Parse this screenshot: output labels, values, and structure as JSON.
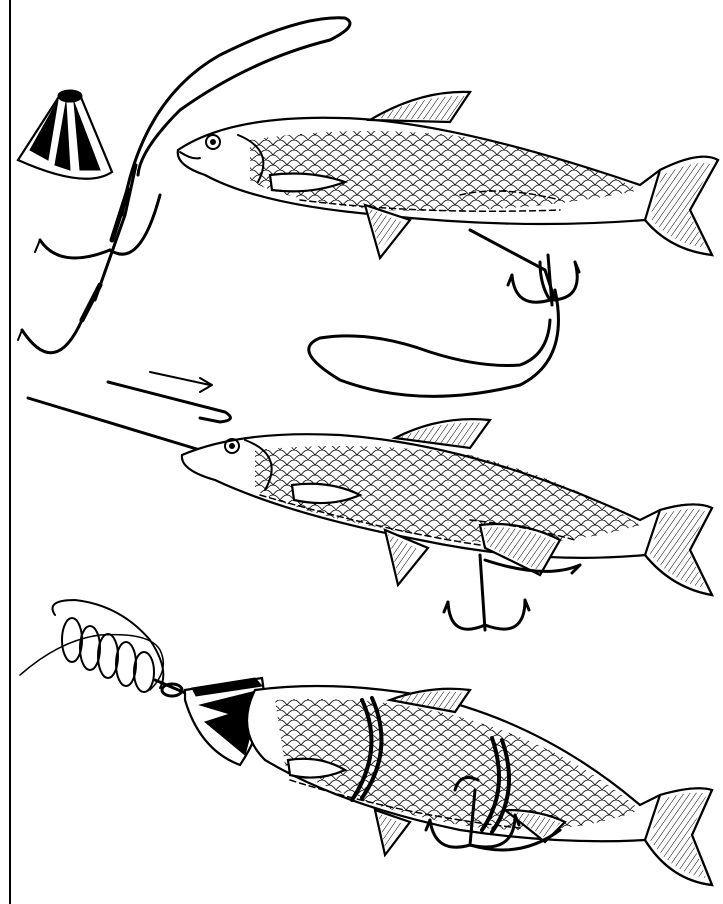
{
  "figure": {
    "panels": [
      {
        "id": "panel-1",
        "elements": [
          "cone-sinker",
          "treble-hook-rig",
          "fish",
          "wire-leader-loop",
          "treble-hook"
        ]
      },
      {
        "id": "panel-2",
        "elements": [
          "baiting-needle",
          "fish",
          "treble-hook"
        ]
      },
      {
        "id": "panel-3",
        "elements": [
          "coiled-line",
          "cone-sinker",
          "fish",
          "wire-bands",
          "treble-hook"
        ]
      }
    ],
    "colors": {
      "ink": "#000000",
      "background": "#ffffff"
    }
  }
}
